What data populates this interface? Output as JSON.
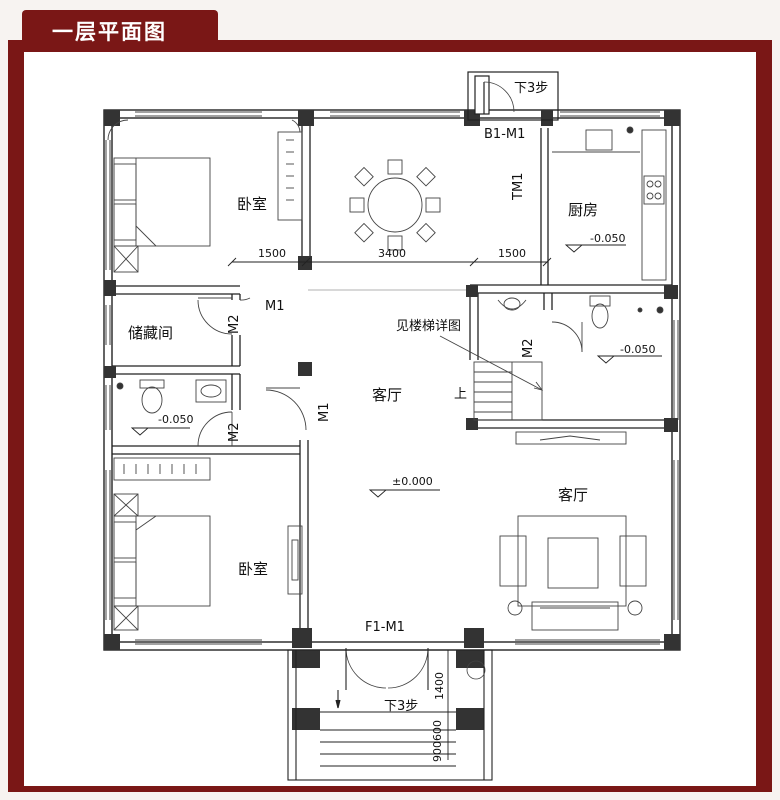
{
  "title": "一层平面图",
  "colors": {
    "frame": "#7a1716",
    "paper": "#ffffff",
    "background": "#f7f3f1",
    "wall": "#222222"
  },
  "rooms": {
    "bedroom_top": "卧室",
    "kitchen": "厨房",
    "storage": "储藏间",
    "living_center": "客厅",
    "living_right": "客厅",
    "bedroom_bottom": "卧室"
  },
  "doors": {
    "b1_m1": "B1-M1",
    "tm1": "TM1",
    "m1_top": "M1",
    "m2_storage": "M2",
    "m2_bath_right": "M2",
    "m1_mid": "M1",
    "m2_bath_left": "M2",
    "f1_m1": "F1-M1"
  },
  "steps": {
    "top": "下3步",
    "bottom": "下3步"
  },
  "dimensions": {
    "d1": "1500",
    "d2": "3400",
    "d3": "1500",
    "d4": "1400",
    "d5": "900600"
  },
  "levels": {
    "kitchen": "-0.050",
    "bath_right": "-0.050",
    "bath_left": "-0.050",
    "floor": "±0.000"
  },
  "notes": {
    "stair_ref": "见楼梯详图",
    "up": "上"
  }
}
